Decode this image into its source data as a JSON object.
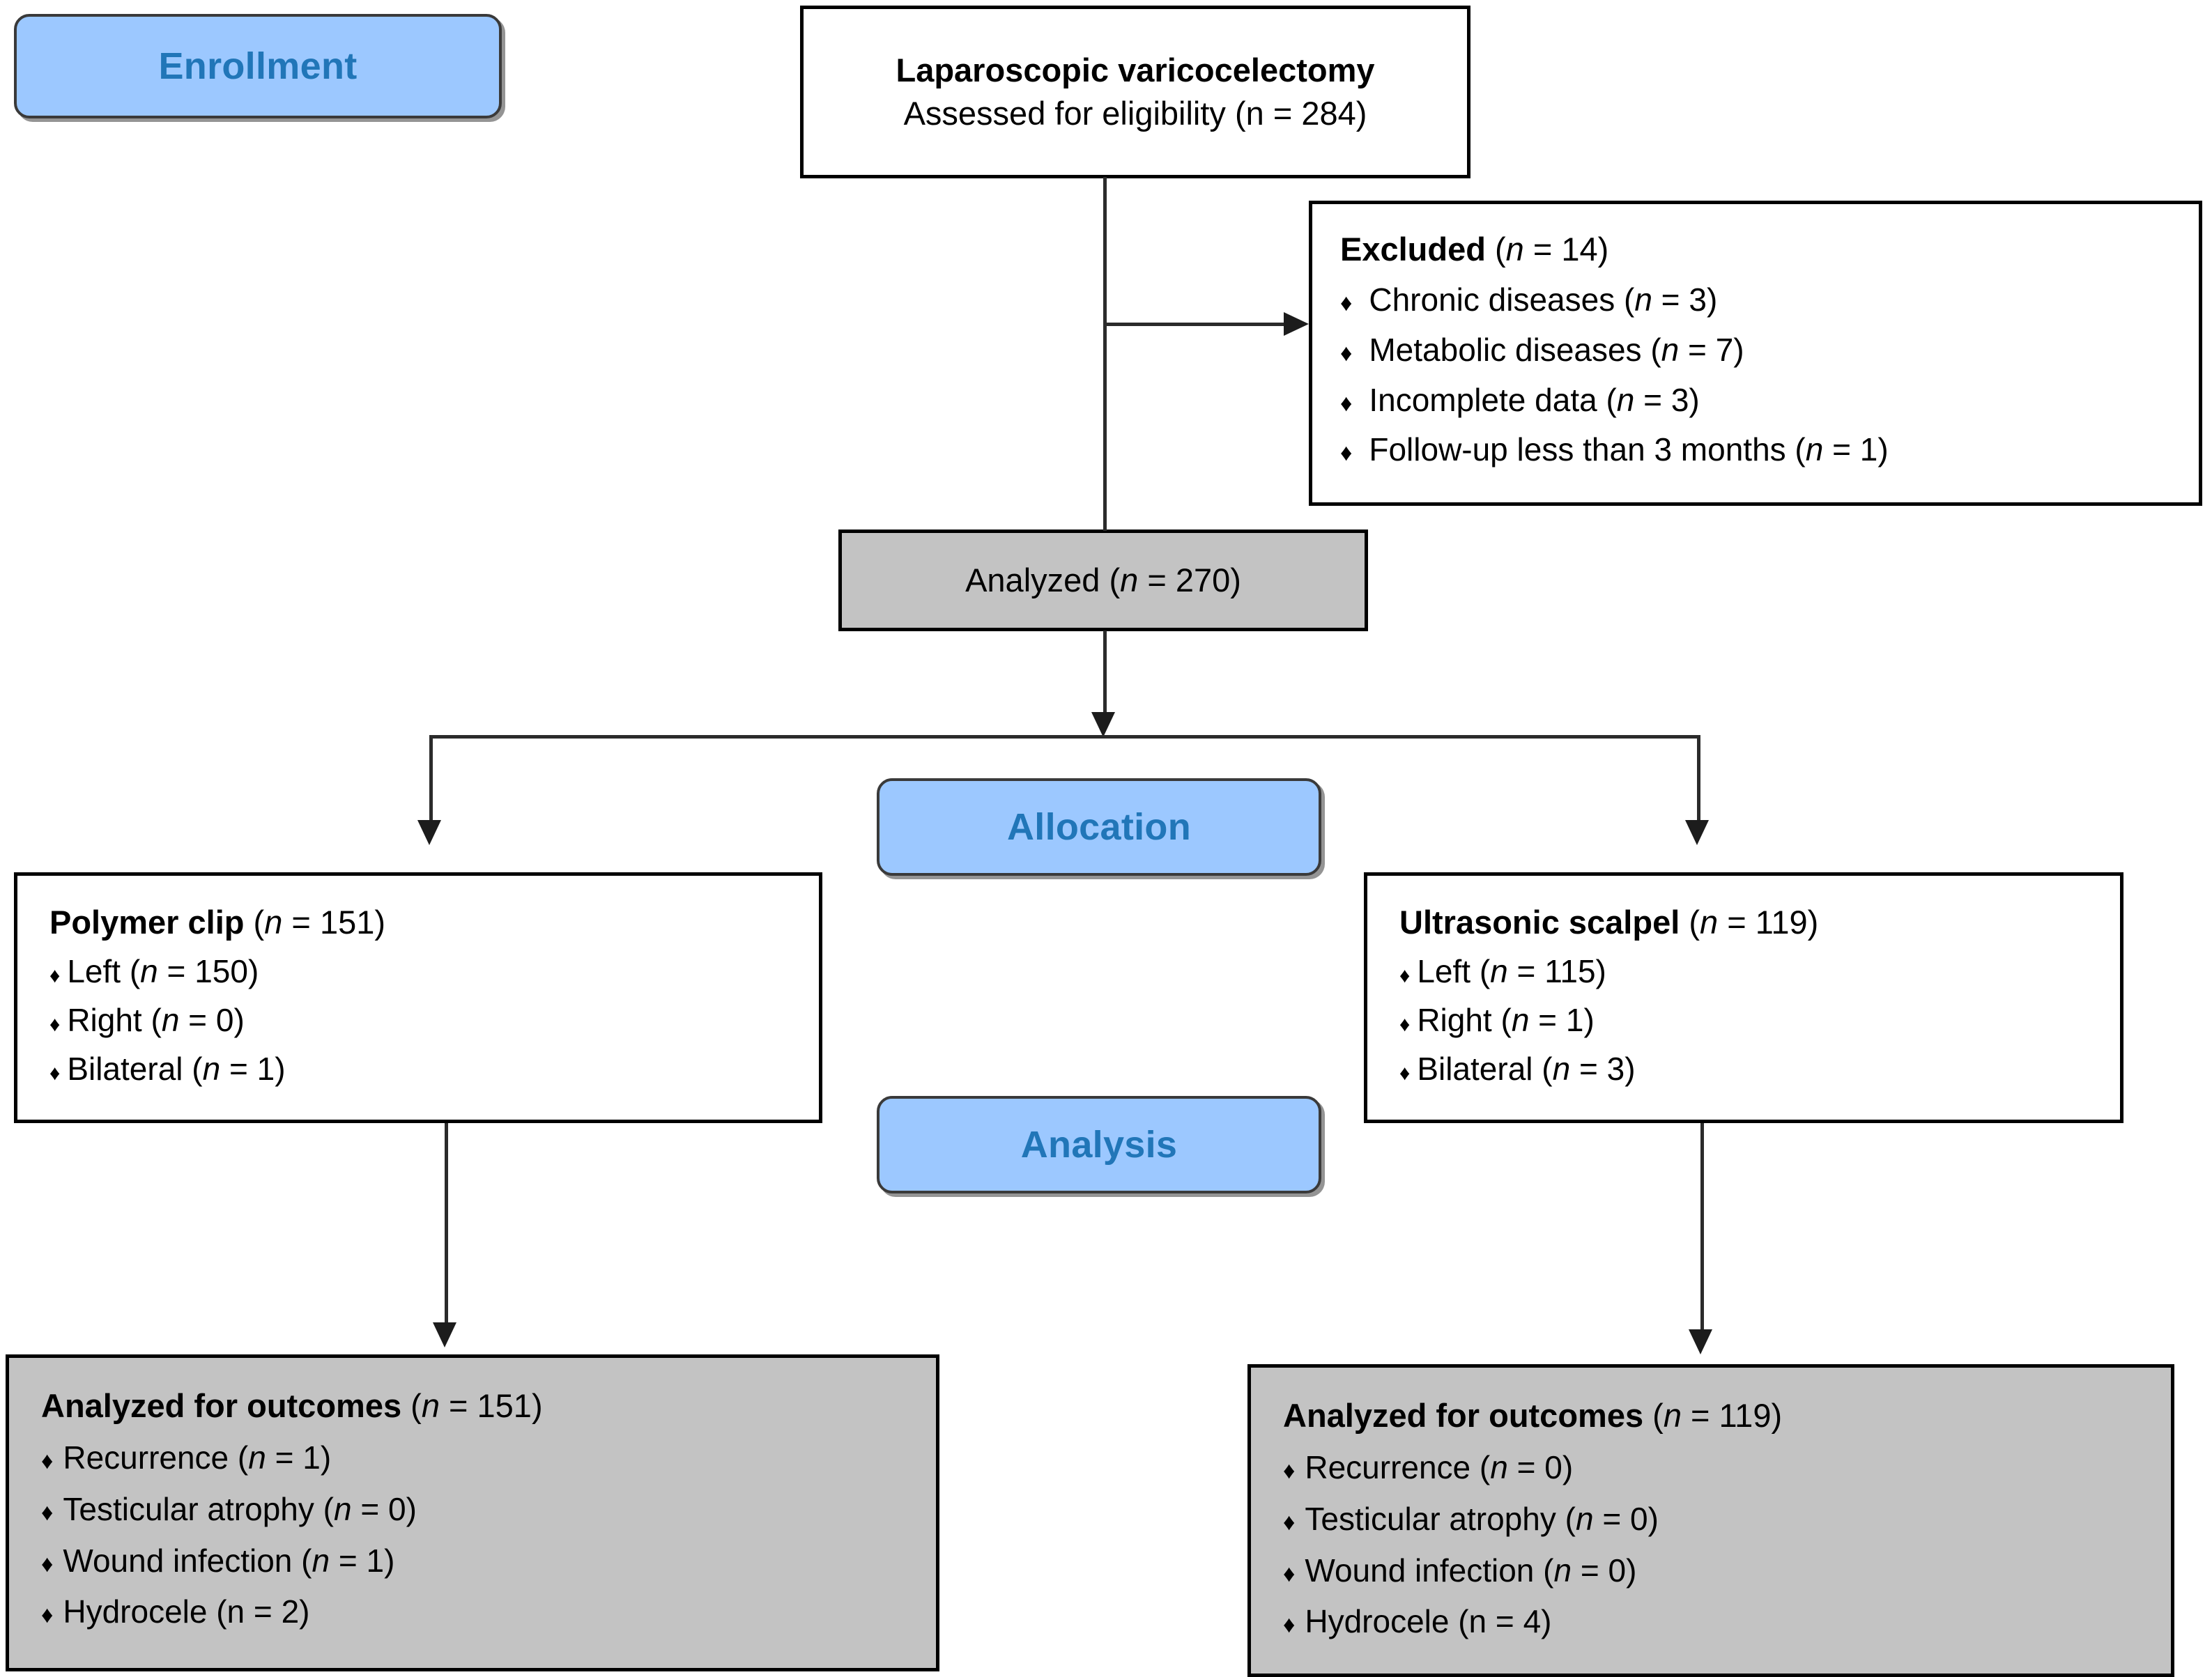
{
  "diagram": {
    "title": "CONSORT participant flow diagram",
    "colors": {
      "badge_fill": "#9CC8FF",
      "badge_text": "#2176B8",
      "badge_border": "#3A3A3A",
      "box_border": "#000000",
      "box_fill_gray": "#C3C3C3",
      "box_fill_white": "#FFFFFF",
      "connector": "#1C1C1C"
    },
    "bullet_glyph": "♦"
  },
  "stages": {
    "enrollment": "Enrollment",
    "allocation": "Allocation",
    "analysis": "Analysis"
  },
  "assessed_box": {
    "line1": "Laparoscopic varicocelectomy",
    "line2_prefix": "Assessed for eligibility (n = ",
    "line2_text": "Assessed for eligibility (n = 284)",
    "n": "284"
  },
  "excluded_box": {
    "heading_label": "Excluded",
    "heading_n": "14",
    "items": [
      {
        "label": "Chronic diseases",
        "n": "3"
      },
      {
        "label": "Metabolic diseases",
        "n": "7"
      },
      {
        "label": "Incomplete data",
        "n": "3"
      },
      {
        "label": "Follow-up less than 3 months",
        "n": "1"
      }
    ]
  },
  "analyzed_box": {
    "label": "Analyzed",
    "n": "270"
  },
  "allocation_left": {
    "heading_label": "Polymer clip",
    "heading_n": "151",
    "items": [
      {
        "label": "Left",
        "n": "150"
      },
      {
        "label": "Right",
        "n": "0"
      },
      {
        "label": "Bilateral",
        "n": "1"
      }
    ]
  },
  "allocation_right": {
    "heading_label": "Ultrasonic scalpel",
    "heading_n": "119",
    "items": [
      {
        "label": "Left",
        "n": "115"
      },
      {
        "label": "Right",
        "n": "1"
      },
      {
        "label": "Bilateral",
        "n": "3"
      }
    ]
  },
  "outcomes_left": {
    "heading_label": "Analyzed for outcomes",
    "heading_n": "151",
    "items": [
      {
        "label": "Recurrence",
        "n": "1",
        "italic_n": true
      },
      {
        "label": "Testicular atrophy",
        "n": "0",
        "italic_n": true
      },
      {
        "label": "Wound infection",
        "n": "1",
        "italic_n": true
      },
      {
        "label": "Hydrocele",
        "n": "2",
        "italic_n": false
      }
    ]
  },
  "outcomes_right": {
    "heading_label": "Analyzed for outcomes",
    "heading_n": "119",
    "items": [
      {
        "label": "Recurrence",
        "n": "0",
        "italic_n": true
      },
      {
        "label": "Testicular atrophy",
        "n": "0",
        "italic_n": true
      },
      {
        "label": "Wound infection",
        "n": "0",
        "italic_n": true
      },
      {
        "label": "Hydrocele",
        "n": "4",
        "italic_n": false
      }
    ]
  }
}
